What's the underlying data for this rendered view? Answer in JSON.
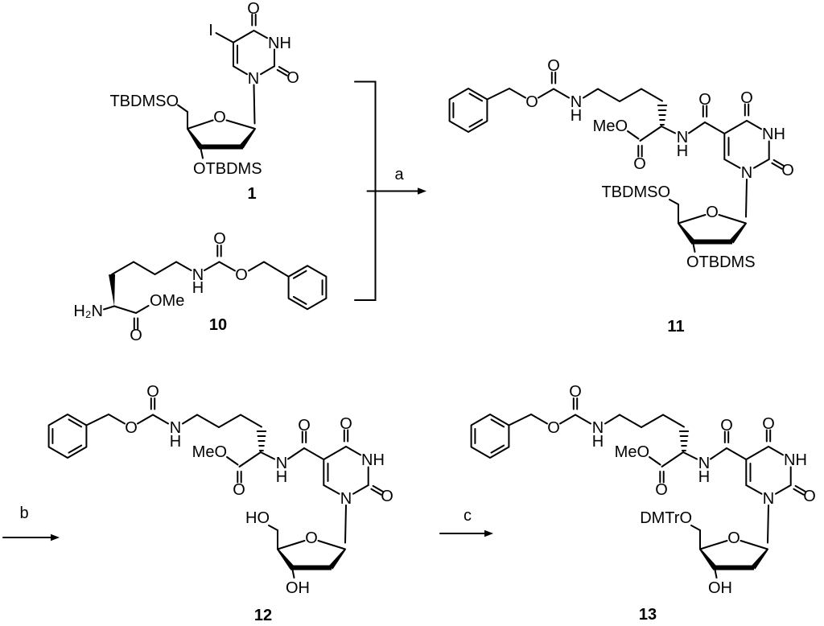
{
  "scheme": {
    "colors": {
      "ink": "#000000",
      "background": "#ffffff"
    }
  },
  "steps": {
    "a": "a",
    "b": "b",
    "c": "c"
  },
  "compounds": {
    "c1": {
      "number": "1",
      "labels": {
        "iodo": "I",
        "uracil_o4": "O",
        "uracil_n3h": "NH",
        "uracil_o2": "O",
        "uracil_n1": "N",
        "sugar_o5_group": "TBDMSO",
        "sugar_ring_o": "O",
        "sugar_o3_group": "OTBDMS"
      }
    },
    "c10": {
      "number": "10",
      "labels": {
        "amine": "H₂N",
        "ester_ome": "OMe",
        "ester_o": "O",
        "carbamate_n": "N",
        "carbamate_h": "H",
        "carbamate_o_carbonyl": "O",
        "carbamate_o_alkyl": "O"
      }
    },
    "c11": {
      "number": "11",
      "labels": {
        "cbz_o_carbonyl": "O",
        "cbz_o_alkyl": "O",
        "cbz_n": "N",
        "cbz_h": "H",
        "ester_meo": "MeO",
        "ester_o": "O",
        "amide_n": "N",
        "amide_h": "H",
        "amide_o": "O",
        "uracil_o4": "O",
        "uracil_n3h": "NH",
        "uracil_o2": "O",
        "uracil_n1": "N",
        "sugar_o5_group": "TBDMSO",
        "sugar_ring_o": "O",
        "sugar_o3_group": "OTBDMS"
      }
    },
    "c12": {
      "number": "12",
      "labels": {
        "cbz_o_carbonyl": "O",
        "cbz_o_alkyl": "O",
        "cbz_n": "N",
        "cbz_h": "H",
        "ester_meo": "MeO",
        "ester_o": "O",
        "amide_n": "N",
        "amide_h": "H",
        "amide_o": "O",
        "uracil_o4": "O",
        "uracil_n3h": "NH",
        "uracil_o2": "O",
        "uracil_n1": "N",
        "sugar_o5_group": "HO",
        "sugar_ring_o": "O",
        "sugar_o3_group": "OH"
      }
    },
    "c13": {
      "number": "13",
      "labels": {
        "cbz_o_carbonyl": "O",
        "cbz_o_alkyl": "O",
        "cbz_n": "N",
        "cbz_h": "H",
        "ester_meo": "MeO",
        "ester_o": "O",
        "amide_n": "N",
        "amide_h": "H",
        "amide_o": "O",
        "uracil_o4": "O",
        "uracil_n3h": "NH",
        "uracil_o2": "O",
        "uracil_n1": "N",
        "sugar_o5_group": "DMTrO",
        "sugar_ring_o": "O",
        "sugar_o3_group": "OH"
      }
    }
  }
}
